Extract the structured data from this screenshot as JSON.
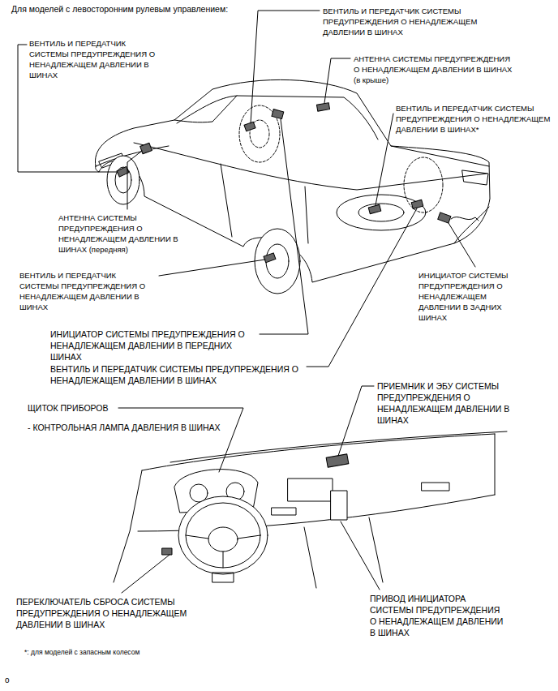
{
  "diagram": {
    "title": "Для моделей с левосторонним рулевым управлением:",
    "labels": [
      "ВЕНТИЛЬ И ПЕРЕДАТЧИК СИСТЕМЫ ПРЕДУПРЕЖДЕНИЯ О НЕНАДЛЕЖАЩЕМ ДАВЛЕНИИ В ШИНАХ",
      "ВЕНТИЛЬ И ПЕРЕДАТЧИК СИСТЕМЫ ПРЕДУПРЕЖДЕНИЯ О НЕНАДЛЕЖАЩЕМ ДАВЛЕНИИ В ШИНАХ",
      "АНТЕННА СИСТЕМЫ ПРЕДУПРЕЖДЕНИЯ О НЕНАДЛЕЖАЩЕМ ДАВЛЕНИИ В ШИНАХ (в крыше)",
      "ВЕНТИЛЬ И ПЕРЕДАТЧИК СИСТЕМЫ ПРЕДУПРЕЖДЕНИЯ О НЕНАДЛЕЖАЩЕМ ДАВЛЕНИИ В ШИНАХ*",
      "АНТЕННА СИСТЕМЫ ПРЕДУПРЕЖДЕНИЯ О НЕНАДЛЕЖАЩЕМ ДАВЛЕНИИ В ШИНАХ (передняя)",
      "ВЕНТИЛЬ И ПЕРЕДАТЧИК СИСТЕМЫ ПРЕДУПРЕЖДЕНИЯ О НЕНАДЛЕЖАЩЕМ ДАВЛЕНИИ В ШИНАХ",
      "ИНИЦИАТОР СИСТЕМЫ ПРЕДУПРЕЖДЕНИЯ О НЕНАДЛЕЖАЩЕМ ДАВЛЕНИИ В ЗАДНИХ ШИНАХ",
      "ИНИЦИАТОР СИСТЕМЫ ПРЕДУПРЕЖДЕНИЯ О НЕНАДЛЕЖАЩЕМ ДАВЛЕНИИ В ПЕРЕДНИХ ШИНАХ",
      "ВЕНТИЛЬ И ПЕРЕДАТЧИК СИСТЕМЫ ПРЕДУПРЕЖДЕНИЯ О НЕНАДЛЕЖАЩЕМ ДАВЛЕНИИ В ШИНАХ",
      "ЩИТОК ПРИБОРОВ",
      "- КОНТРОЛЬНАЯ ЛАМПА ДАВЛЕНИЯ В ШИНАХ",
      "ПРИЕМНИК И ЭБУ СИСТЕМЫ ПРЕДУПРЕЖДЕНИЯ О НЕНАДЛЕЖАЩЕМ ДАВЛЕНИИ В ШИНАХ",
      "ПЕРЕКЛЮЧАТЕЛЬ СБРОСА СИСТЕМЫ ПРЕДУПРЕЖДЕНИЯ О НЕНАДЛЕЖАЩЕМ ДАВЛЕНИИ В ШИНАХ",
      "ПРИВОД ИНИЦИАТОРА СИСТЕМЫ ПРЕДУПРЕЖДЕНИЯ О НЕНАДЛЕЖАЩЕМ ДАВЛЕНИИ В ШИНАХ",
      "*: для моделей с запасным колесом",
      "o"
    ]
  }
}
